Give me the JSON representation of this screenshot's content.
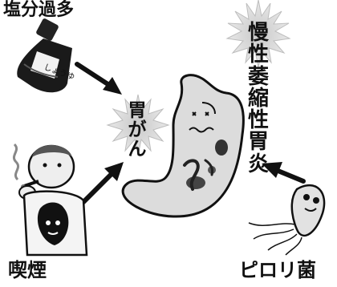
{
  "labels": {
    "salt": "塩分過多",
    "smoking": "喫煙",
    "pylori": "ピロリ菌",
    "center": "胃がん",
    "atrophic": "慢性萎縮性胃炎"
  },
  "bottle_label": "しょうゆ",
  "icons": [
    "soy-sauce-bottle",
    "smoking-man",
    "helicobacter-pylori",
    "stomach-with-tumor",
    "starburst"
  ]
}
